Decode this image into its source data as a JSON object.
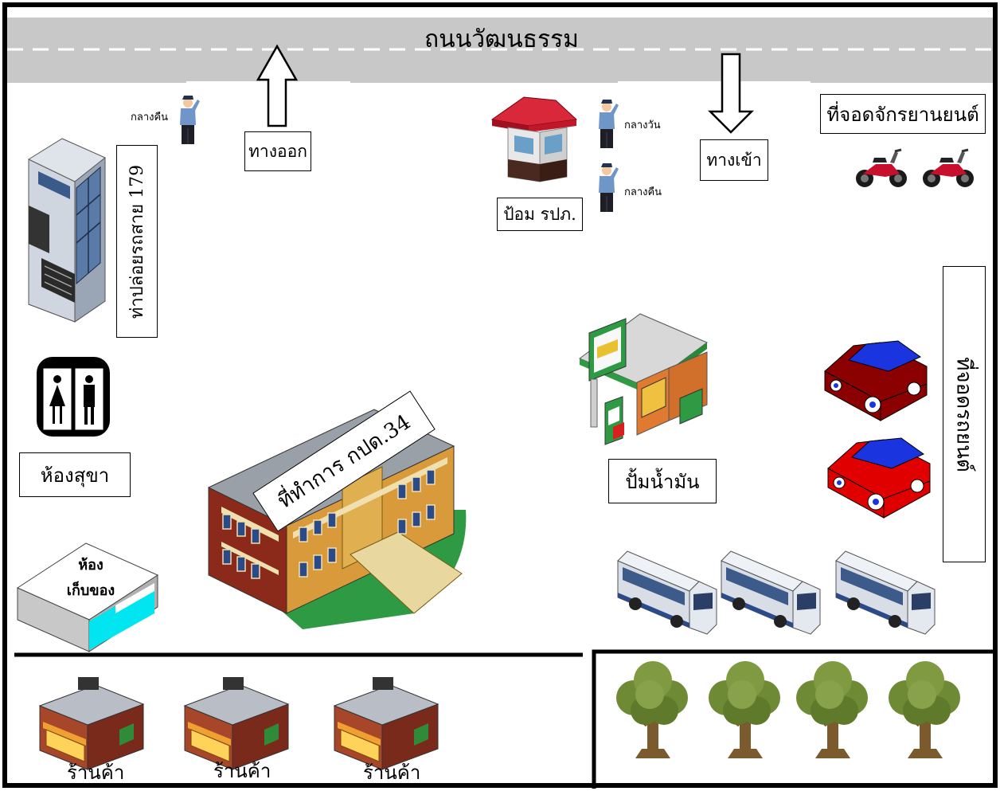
{
  "road_name": "ถนนวัฒนธรรม",
  "exit_label": "ทางออก",
  "entrance_label": "ทางเข้า",
  "guard_booth_label": "ป้อม รปภ.",
  "guard_night_1": "กลางคืน",
  "guard_day": "กลางวัน",
  "guard_night_2": "กลางคืน",
  "motorcycle_parking_label": "ที่จอดจักรยานยนต์",
  "car_parking_label": "ที่จอดรถยนต์",
  "bus_stop_label": "ท่าปล่อยรถสาย 179",
  "restroom_label": "ห้องสุขา",
  "storage_label_line1": "ห้อง",
  "storage_label_line2": "เก็บของ",
  "office_label": "ที่ทำการ กปด.34",
  "gas_station_label": "ปั้มน้ำมัน",
  "shops": [
    "ร้านค้า",
    "ร้านค้า",
    "ร้านค้า"
  ],
  "colors": {
    "road": "#c8c8c8",
    "tree_canopy": "#6f8a35",
    "tree_trunk": "#7b5a2e",
    "car_dark": "#8b0000",
    "car_bright": "#e00000",
    "car_roof": "#1a35e0",
    "storage_accent": "#00e5ef",
    "lawn": "#2e9b44"
  }
}
